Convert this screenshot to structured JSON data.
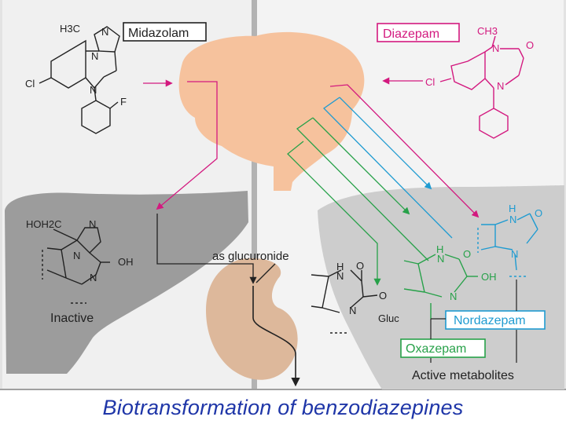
{
  "caption": "Biotransformation of benzodiazepines",
  "drugs": {
    "midazolam": "Midazolam",
    "diazepam": "Diazepam"
  },
  "atoms": {
    "h3c": "H3C",
    "ch3": "CH3",
    "n": "N",
    "h": "H",
    "o": "O",
    "cl": "Cl",
    "f": "F",
    "oh": "OH",
    "hoh2c": "HOH2C",
    "gluc": "Gluc"
  },
  "labels": {
    "inactive": "Inactive",
    "as_glucuronide": "as glucuronide",
    "nordazepam": "Nordazepam",
    "oxazepam": "Oxazepam",
    "active_metabolites": "Active metabolites"
  },
  "colors": {
    "background": "#e3e3e3",
    "brain": "#f6c29d",
    "liver_left": "#9c9c9c",
    "liver_right": "#cdcdcd",
    "kidney": "#ddb89b",
    "midazolam": "#d3197f",
    "diazepam": "#d3197f",
    "nordazepam": "#1f9bd1",
    "oxazepam": "#27a149",
    "caption": "#1f36a8"
  }
}
